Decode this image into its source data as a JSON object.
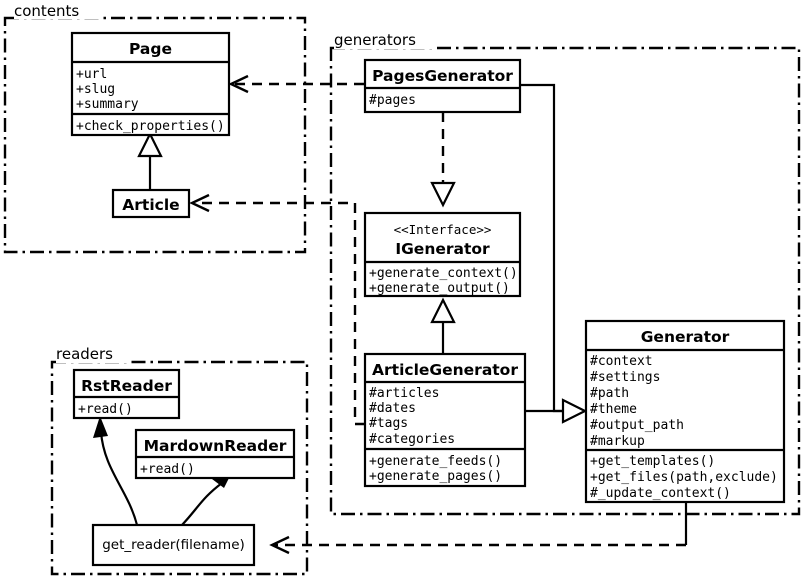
{
  "diagram": {
    "type": "uml-class-diagram",
    "title": "",
    "background_color": "#ffffff",
    "line_color": "#000000"
  },
  "packages": [
    {
      "id": "contents",
      "label": "contents"
    },
    {
      "id": "generators",
      "label": "generators"
    },
    {
      "id": "readers",
      "label": "readers"
    }
  ],
  "classes": {
    "page": {
      "name": "Page",
      "stereotype": "",
      "attributes": [
        "+url",
        "+slug",
        "+summary"
      ],
      "methods": [
        "+check_properties()"
      ]
    },
    "article": {
      "name": "Article",
      "stereotype": "",
      "attributes": [],
      "methods": []
    },
    "pages_generator": {
      "name": "PagesGenerator",
      "stereotype": "",
      "attributes": [
        "#pages"
      ],
      "methods": []
    },
    "igenerator": {
      "name": "IGenerator",
      "stereotype": "<<Interface>>",
      "attributes": [],
      "methods": [
        "+generate_context()",
        "+generate_output()"
      ]
    },
    "article_generator": {
      "name": "ArticleGenerator",
      "stereotype": "",
      "attributes": [
        "#articles",
        "#dates",
        "#tags",
        "#categories"
      ],
      "methods": [
        "+generate_feeds()",
        "+generate_pages()"
      ]
    },
    "generator": {
      "name": "Generator",
      "stereotype": "",
      "attributes": [
        "#context",
        "#settings",
        "#path",
        "#theme",
        "#output_path",
        "#markup"
      ],
      "methods": [
        "+get_templates()",
        "+get_files(path,exclude)",
        "#_update_context()"
      ]
    },
    "rst_reader": {
      "name": "RstReader",
      "stereotype": "",
      "attributes": [],
      "methods": [
        "+read()"
      ]
    },
    "mardown_reader": {
      "name": "MardownReader",
      "stereotype": "",
      "attributes": [],
      "methods": [
        "+read()"
      ]
    },
    "get_reader": {
      "name": "get_reader(filename)",
      "stereotype": "",
      "attributes": [],
      "methods": []
    }
  },
  "relationships": [
    {
      "id": "rel-article-page",
      "from": "Article",
      "to": "Page",
      "kind": "generalization"
    },
    {
      "id": "rel-pagesgen-page",
      "from": "PagesGenerator",
      "to": "Page",
      "kind": "dependency"
    },
    {
      "id": "rel-articlegen-article",
      "from": "ArticleGenerator",
      "to": "Article",
      "kind": "dependency"
    },
    {
      "id": "rel-pagesgen-igenerator",
      "from": "PagesGenerator",
      "to": "IGenerator",
      "kind": "realization"
    },
    {
      "id": "rel-articlegen-igenerator",
      "from": "ArticleGenerator",
      "to": "IGenerator",
      "kind": "generalization"
    },
    {
      "id": "rel-pagesgen-generator",
      "from": "PagesGenerator",
      "to": "Generator",
      "kind": "generalization"
    },
    {
      "id": "rel-articlegen-generator",
      "from": "ArticleGenerator",
      "to": "Generator",
      "kind": "generalization"
    },
    {
      "id": "rel-generator-getreader",
      "from": "Generator",
      "to": "get_reader(filename)",
      "kind": "dependency"
    },
    {
      "id": "rel-getreader-rstreader",
      "from": "get_reader(filename)",
      "to": "RstReader",
      "kind": "dependency"
    },
    {
      "id": "rel-getreader-mardownreader",
      "from": "get_reader(filename)",
      "to": "MardownReader",
      "kind": "dependency"
    }
  ]
}
